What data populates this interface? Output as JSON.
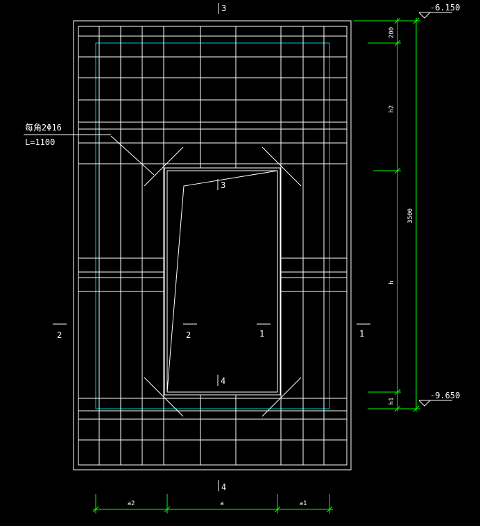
{
  "drawing": {
    "section_labels": {
      "top": "3",
      "inner_top": "3",
      "inner_bottom": "4",
      "bottom": "4",
      "left": "2",
      "inner_left": "2",
      "inner_right": "1",
      "right": "1"
    },
    "rebar_note": {
      "line1": "每角2Φ16",
      "line2": "L=1100"
    },
    "elevations": {
      "top": "-6.150",
      "bottom": "-9.650"
    },
    "vertical_dims": {
      "total": "3500",
      "top_segment": "200",
      "h2": "h2",
      "h": "h",
      "h1": "h1"
    },
    "horizontal_dims": {
      "a2": "a2",
      "a": "a",
      "a1": "a1"
    },
    "colors": {
      "background": "#000000",
      "lines": "#ffffff",
      "dimensions": "#00ff00",
      "cover_line": "#00cccc"
    }
  }
}
